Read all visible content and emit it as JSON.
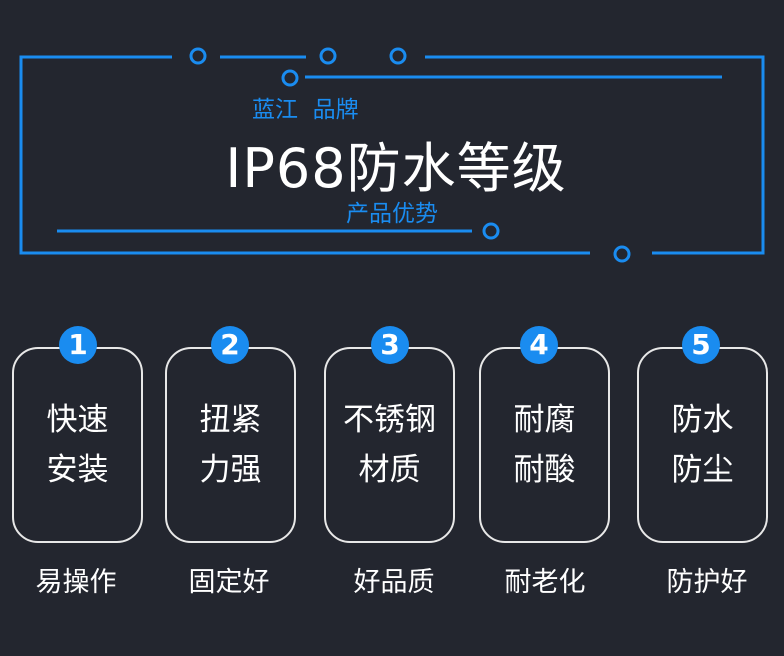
{
  "header": {
    "brand": "蓝江  品牌",
    "title": "IP68防水等级",
    "subtitle": "产品优势"
  },
  "colors": {
    "background": "#23262f",
    "accent": "#1a8cf0",
    "card_border": "#e8e8e8"
  },
  "features": [
    {
      "number": "1",
      "line1": "快速",
      "line2": "安装",
      "caption": "易操作"
    },
    {
      "number": "2",
      "line1": "扭紧",
      "line2": "力强",
      "caption": "固定好"
    },
    {
      "number": "3",
      "line1": "不锈钢",
      "line2": "材质",
      "caption": "好品质"
    },
    {
      "number": "4",
      "line1": "耐腐",
      "line2": "耐酸",
      "caption": "耐老化"
    },
    {
      "number": "5",
      "line1": "防水",
      "line2": "防尘",
      "caption": "防护好"
    }
  ]
}
